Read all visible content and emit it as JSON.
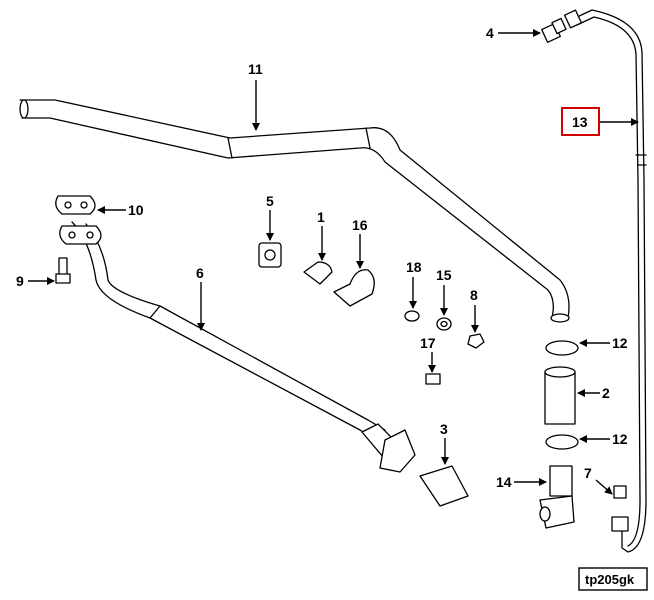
{
  "callouts": {
    "c1": "1",
    "c2": "2",
    "c3": "3",
    "c4": "4",
    "c5": "5",
    "c6": "6",
    "c7": "7",
    "c8": "8",
    "c9": "9",
    "c10": "10",
    "c11": "11",
    "c12a": "12",
    "c12b": "12",
    "c13": "13",
    "c14": "14",
    "c15": "15",
    "c16": "16",
    "c17": "17",
    "c18": "18"
  },
  "highlight_callout": "13",
  "highlight_color": "#d40000",
  "figure_id": "tp205gk"
}
